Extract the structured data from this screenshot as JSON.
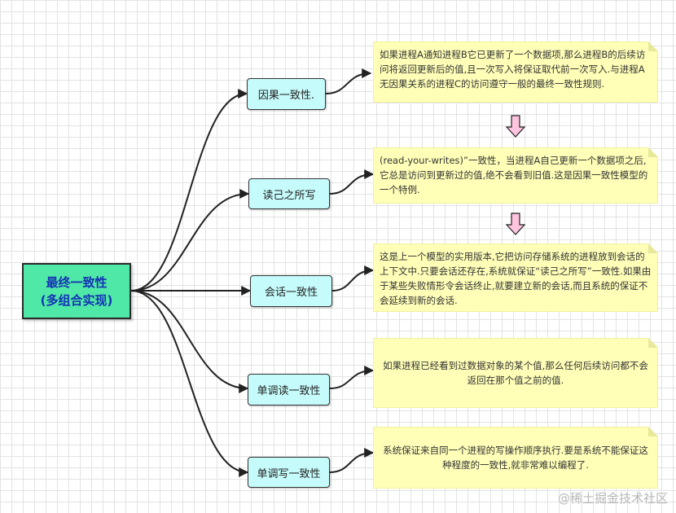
{
  "root": {
    "line1": "最终一致性",
    "line2": "(多组合实现)"
  },
  "branches": [
    {
      "label": "因果一致性.",
      "note": "如果进程A通知进程B它已更新了一个数据项,那么进程B的后续访问将返回更新后的值,且一次写入将保证取代前一次写入.与进程A无因果关系的进程C的访问遵守一般的最终一致性规则."
    },
    {
      "label": "读己之所写",
      "note": "(read-your-writes)”一致性，当进程A自己更新一个数据项之后,它总是访问到更新过的值,绝不会看到旧值.这是因果一致性模型的一个特例."
    },
    {
      "label": "会话一致性",
      "note": "这是上一个模型的实用版本,它把访问存储系统的进程放到会话的上下文中.只要会话还存在,系统就保证“读己之所写”一致性.如果由于某些失败情形令会话终止,就要建立新的会话,而且系统的保证不会延续到新的会话."
    },
    {
      "label": "单调读一致性",
      "note": "如果进程已经看到过数据对象的某个值,那么任何后续访问都不会返回在那个值之前的值."
    },
    {
      "label": "单调写一致性",
      "note": "系统保证来自同一个进程的写操作顺序执行.要是系统不能保证这种程度的一致性,就非常难以编程了."
    }
  ],
  "watermark": "@稀土掘金技术社区",
  "colors": {
    "root_fill": "#4fe8a6",
    "root_text": "#1533b5",
    "node_fill": "#c6fbfb",
    "note_fill": "#ffffb8",
    "arrow_fill": "#ffc4e0"
  }
}
